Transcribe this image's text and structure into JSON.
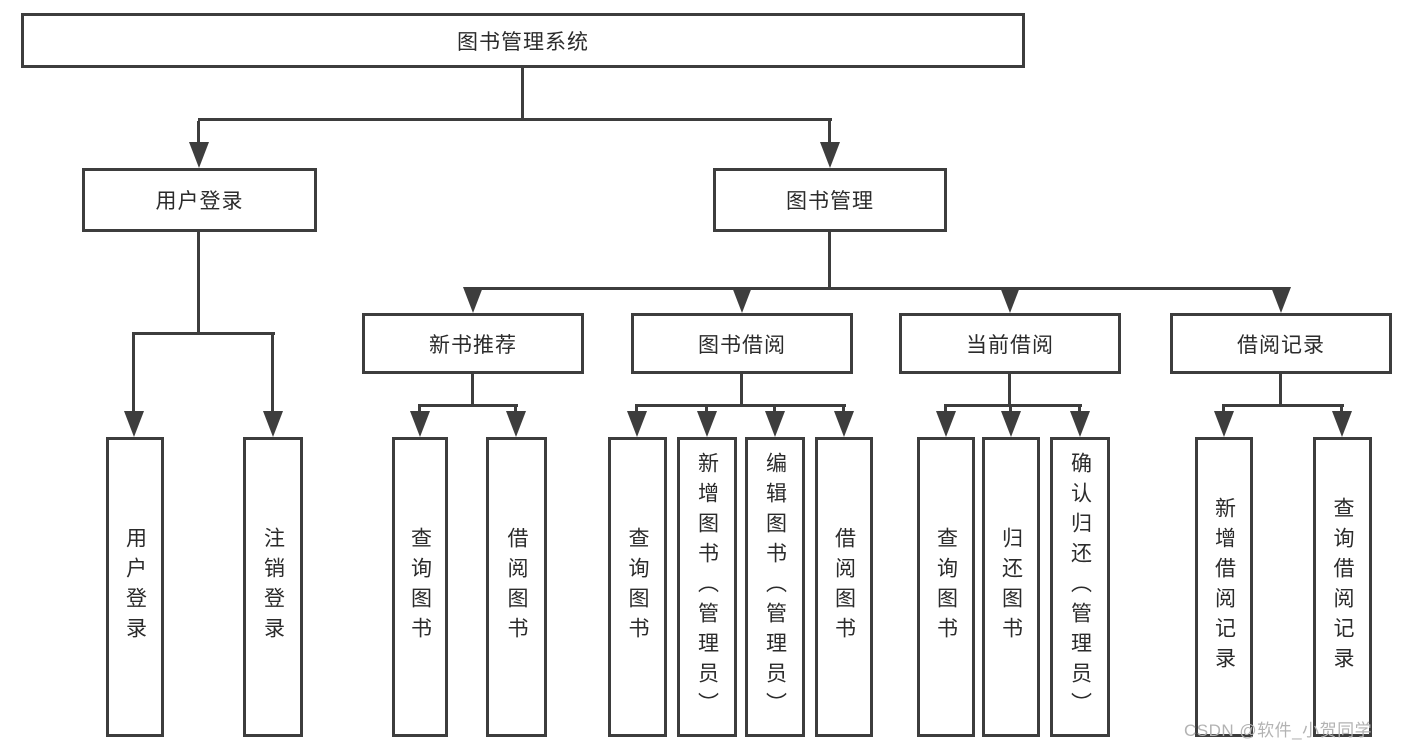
{
  "diagram": {
    "root": {
      "label": "图书管理系统"
    },
    "level2": [
      {
        "label": "用户登录"
      },
      {
        "label": "图书管理"
      }
    ],
    "level3": [
      {
        "label": "新书推荐"
      },
      {
        "label": "图书借阅"
      },
      {
        "label": "当前借阅"
      },
      {
        "label": "借阅记录"
      }
    ],
    "leaves": {
      "user_login": [
        {
          "label": "用户登录"
        },
        {
          "label": "注销登录"
        }
      ],
      "new_book_recommend": [
        {
          "label": "查询图书"
        },
        {
          "label": "借阅图书"
        }
      ],
      "book_borrow": [
        {
          "label": "查询图书"
        },
        {
          "label": "新增图书（管理员）"
        },
        {
          "label": "编辑图书（管理员）"
        },
        {
          "label": "借阅图书"
        }
      ],
      "current_borrow": [
        {
          "label": "查询图书"
        },
        {
          "label": "归还图书"
        },
        {
          "label": "确认归还（管理员）"
        }
      ],
      "borrow_record": [
        {
          "label": "新增借阅记录"
        },
        {
          "label": "查询借阅记录"
        }
      ]
    }
  },
  "watermark": {
    "text": "CSDN @软件_小贺同学"
  },
  "colors": {
    "line": "#3d3d3d",
    "text": "#2b2b2b",
    "background": "#ffffff",
    "watermark": "#b3b3b3"
  }
}
